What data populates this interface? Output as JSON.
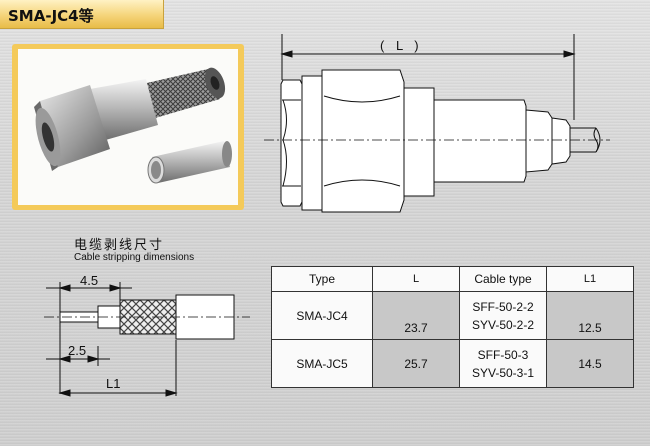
{
  "header": {
    "title": "SMA-JC4等"
  },
  "drawing": {
    "length_label": "( L )"
  },
  "stripping": {
    "title_cn": "电缆剥线尺寸",
    "title_en": "Cable stripping dimensions",
    "dim_a": "4.5",
    "dim_b": "2.5",
    "dim_c": "L1"
  },
  "table": {
    "headers": [
      "Type",
      "L",
      "Cable type",
      "L1"
    ],
    "rows": [
      {
        "type": "SMA-JC4",
        "L": "23.7",
        "cable": [
          "SFF-50-2-2",
          "SYV-50-2-2"
        ],
        "L1": "12.5"
      },
      {
        "type": "SMA-JC5",
        "L": "25.7",
        "cable": [
          "SFF-50-3",
          "SYV-50-3-1"
        ],
        "L1": "14.5"
      }
    ]
  },
  "colors": {
    "title_gold": "#f5d47a",
    "frame_gold": "#f4ca5a",
    "cell_gray": "#c8c8c8"
  }
}
